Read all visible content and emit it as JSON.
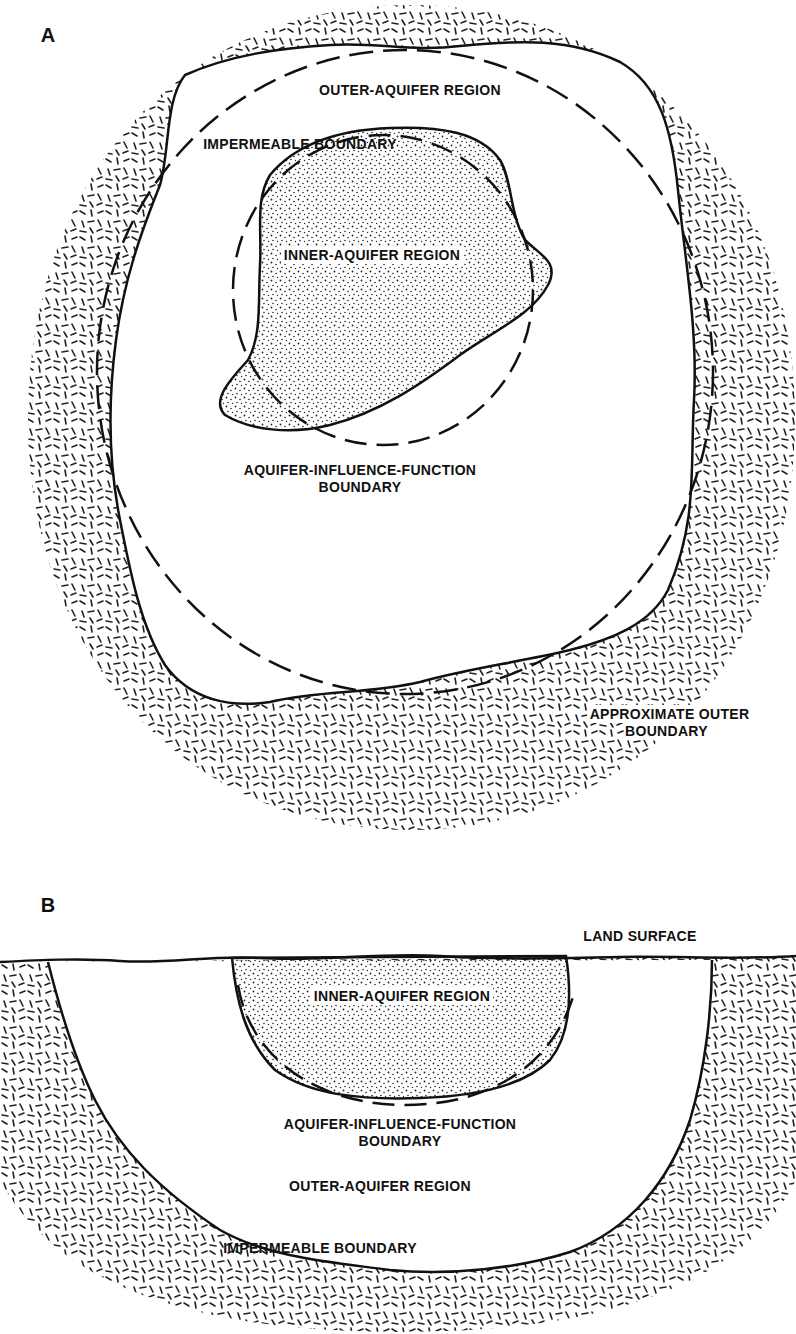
{
  "diagram": {
    "nodes": [
      {
        "text": [
          "OUTER-AQUIFER REGION"
        ]
      },
      {
        "text": [
          "INNER-AQUIFER REGION"
        ],
        "in": 0
      },
      {
        "text": [
          "OUTER-AQUIFER REGION"
        ]
      },
      {
        "text": [
          "INNER-AQUIFER REGION"
        ],
        "in": 2
      }
    ],
    "labels": [
      "A",
      "IMPERMEABLE BOUNDARY",
      "AQUIFER-INFLUENCE-FUNCTION BOUNDARY",
      "APPROXIMATE OUTER BOUNDARY",
      "B",
      "LAND SURFACE",
      "AQUIFER-INFLUENCE-FUNCTION BOUNDARY",
      "IMPERMEABLE BOUNDARY"
    ]
  }
}
